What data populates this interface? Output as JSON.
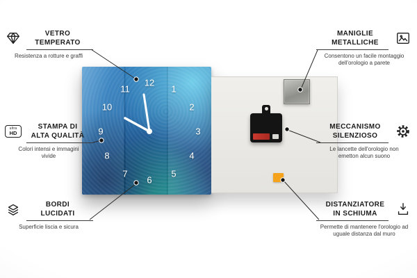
{
  "product": {
    "clock_numbers": [
      "12",
      "1",
      "2",
      "3",
      "4",
      "5",
      "6",
      "7",
      "8",
      "9",
      "10",
      "11"
    ]
  },
  "callouts": {
    "left": [
      {
        "title1": "VETRO",
        "title2": "TEMPERATO",
        "desc": "Resistenza a rotture e graffi"
      },
      {
        "title1": "STAMPA DI",
        "title2": "ALTA QUALITÀ",
        "desc": "Colori intensi e immagini vivide",
        "icon_label_top": "ultra",
        "icon_label_bottom": "HD"
      },
      {
        "title1": "BORDI",
        "title2": "LUCIDATI",
        "desc": "Superficie liscia e sicura"
      }
    ],
    "right": [
      {
        "title1": "MANIGLIE",
        "title2": "METALLICHE",
        "desc": "Consentono un facile montaggio dell'orologio a parete"
      },
      {
        "title1": "MECCANISMO",
        "title2": "SILENZIOSO",
        "desc": "Le lancette dell'orologio non emetton alcun suono"
      },
      {
        "title1": "DISTANZIATORE",
        "title2": "IN SCHIUMA",
        "desc": "Permette di mantenere l'orologio ad uguale distanza dal muro"
      }
    ]
  },
  "colors": {
    "glass_blue": "#2a79bb",
    "foam_orange": "#f5a21d",
    "connector_line": "#2b2b2b",
    "mechanism_black": "#141414"
  }
}
